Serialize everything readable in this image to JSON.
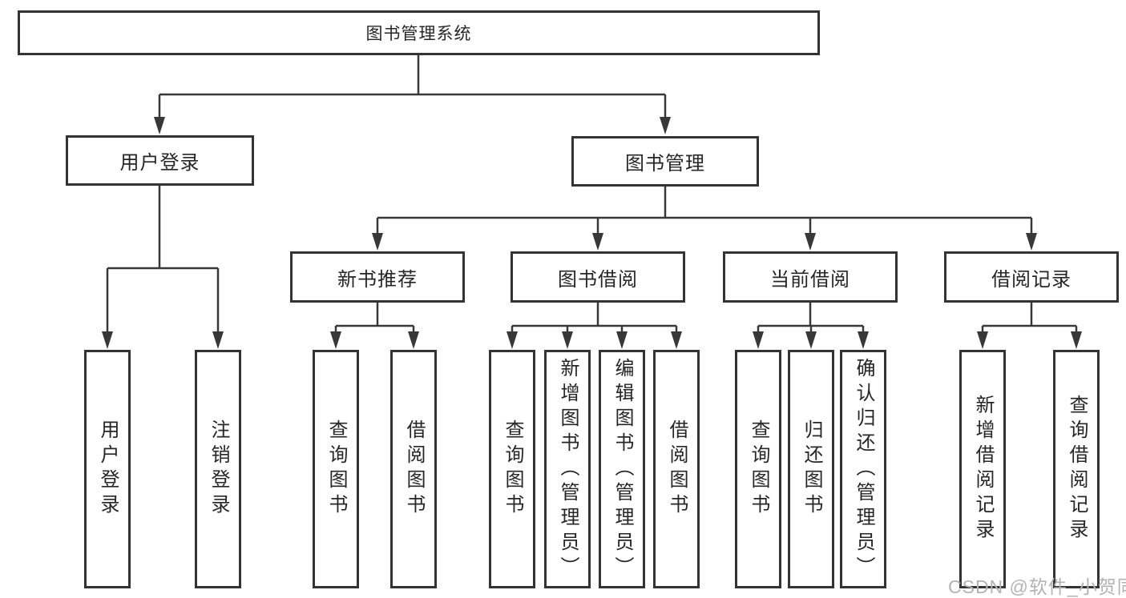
{
  "tree": {
    "label": "图书管理系统",
    "children": [
      {
        "label": "用户登录",
        "children": [
          {
            "label": "用户登录"
          },
          {
            "label": "注销登录"
          }
        ]
      },
      {
        "label": "图书管理",
        "children": [
          {
            "label": "新书推荐",
            "children": [
              {
                "label": "查询图书"
              },
              {
                "label": "借阅图书"
              }
            ]
          },
          {
            "label": "图书借阅",
            "children": [
              {
                "label": "查询图书"
              },
              {
                "label": "新增图书（管理员）"
              },
              {
                "label": "编辑图书（管理员）"
              },
              {
                "label": "借阅图书"
              }
            ]
          },
          {
            "label": "当前借阅",
            "children": [
              {
                "label": "查询图书"
              },
              {
                "label": "归还图书"
              },
              {
                "label": "确认归还（管理员）"
              }
            ]
          },
          {
            "label": "借阅记录",
            "children": [
              {
                "label": "新增借阅记录"
              },
              {
                "label": "查询借阅记录"
              }
            ]
          }
        ]
      }
    ]
  },
  "watermark": {
    "text": "CSDN @软件_小贺同学"
  },
  "colors": {
    "line": "#383838",
    "box_border": "#333333",
    "text": "#262626",
    "watermark": "#b3b3b3",
    "background": "#ffffff"
  }
}
